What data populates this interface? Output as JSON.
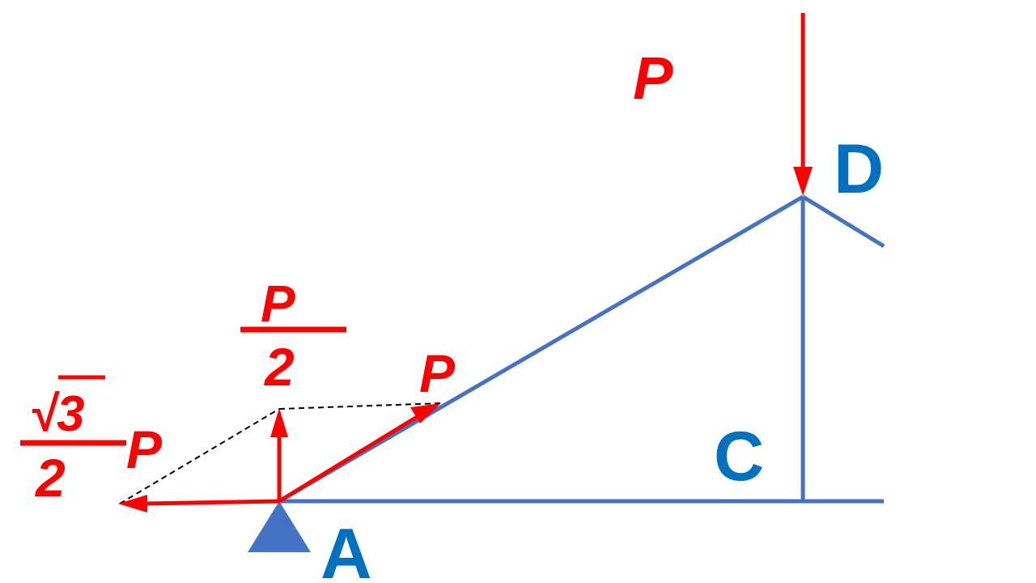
{
  "nodes": {
    "a": "A",
    "c": "C",
    "d": "D"
  },
  "loads": {
    "applied": "P",
    "member_force": "P",
    "vertical_component": {
      "numerator": "P",
      "denominator": "2"
    },
    "horizontal_component": {
      "radical": "√3",
      "denominator": "2",
      "symbol": "P"
    }
  },
  "colors": {
    "member": "#4472c4",
    "support": "#4472c4",
    "force": "#ff0000",
    "node_label": "#0070c0",
    "construction_line": "#000000"
  }
}
